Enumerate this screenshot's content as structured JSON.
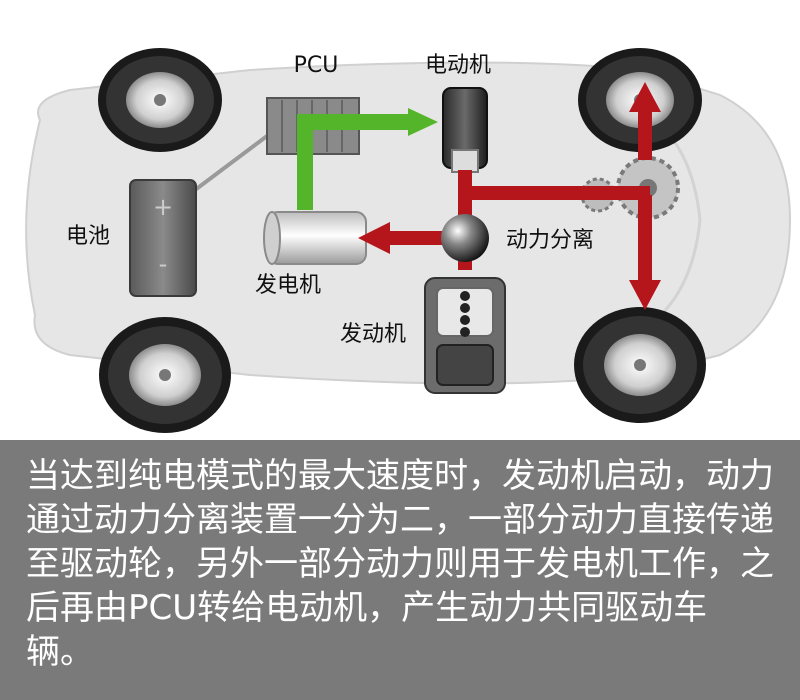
{
  "labels": {
    "pcu": "PCU",
    "motor": "电动机",
    "battery": "电池",
    "generator": "发电机",
    "power_split": "动力分离",
    "engine": "发动机"
  },
  "caption": "当达到纯电模式的最大速度时，发动机启动，动力通过动力分离装置一分为二，一部分动力直接传递至驱动轮，另外一部分动力则用于发电机工作，之后再由PCU转给电动机，产生动力共同驱动车辆。",
  "battery_marks": {
    "plus": "+",
    "minus": "-"
  },
  "colors": {
    "car_body": "#e6e6e6",
    "flow_green": "#55b52a",
    "flow_red": "#b5161c",
    "caption_bg": "#7a7a7a",
    "caption_text": "#ffffff"
  }
}
